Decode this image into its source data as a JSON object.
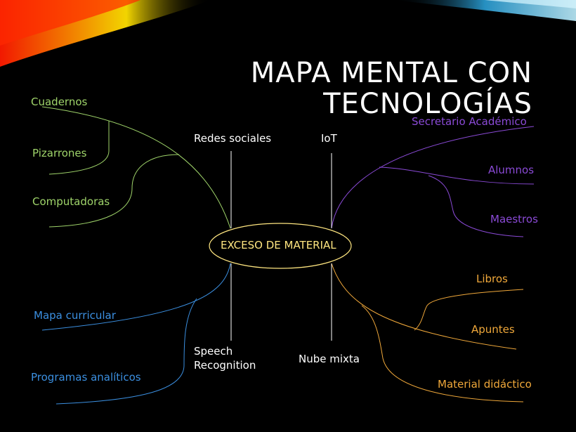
{
  "title": {
    "line1": "MAPA MENTAL CON",
    "line2": "TECNOLOGÍAS"
  },
  "center": "EXCESO DE MATERIAL",
  "categories": {
    "redes": "Redes sociales",
    "iot": "IoT",
    "speech_1": "Speech",
    "speech_2": "Recognition",
    "nube": "Nube mixta"
  },
  "branches": {
    "top_left": [
      "Cuadernos",
      "Pizarrones",
      "Computadoras"
    ],
    "top_right": [
      "Secretario Académico",
      "Alumnos",
      "Maestros"
    ],
    "bottom_left": [
      "Mapa curricular",
      "Programas analíticos"
    ],
    "bottom_right": [
      "Libros",
      "Apuntes",
      "Material didáctico"
    ]
  },
  "colors": {
    "green": "#9fd46a",
    "purple": "#8a4ad6",
    "blue": "#3b8fe0",
    "orange": "#f0a83a",
    "center": "#ffe680"
  }
}
